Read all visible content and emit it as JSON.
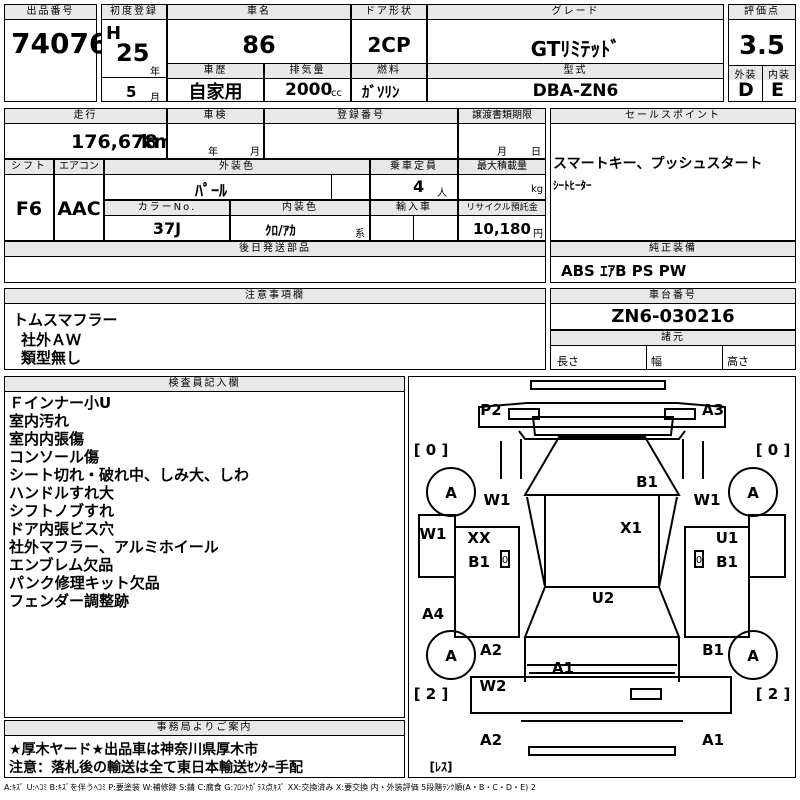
{
  "listing": {
    "label": "出品番号",
    "value": "74076"
  },
  "first_reg": {
    "label": "初度登録",
    "era": "H",
    "year": "25",
    "year_unit": "年",
    "month": "5",
    "month_unit": "月"
  },
  "car_name": {
    "label": "車名",
    "value": "86"
  },
  "door": {
    "label": "ドア形状",
    "value": "2CP"
  },
  "grade": {
    "label": "グレード",
    "value": "GTﾘﾐﾃｯﾄﾞ"
  },
  "score": {
    "label": "評価点",
    "value": "3.5",
    "ext_label": "外装",
    "ext_value": "D",
    "int_label": "内装",
    "int_value": "E"
  },
  "history": {
    "label": "車歴",
    "value": "自家用"
  },
  "displacement": {
    "label": "排気量",
    "value": "2000",
    "unit": "cc"
  },
  "fuel": {
    "label": "燃料",
    "value": "ｶﾞｿﾘﾝ"
  },
  "model_code": {
    "label": "型式",
    "value": "DBA-ZN6"
  },
  "mileage": {
    "label": "走行",
    "value": "176,678",
    "unit": "km"
  },
  "inspection": {
    "label": "車検",
    "year_unit": "年",
    "month_unit": "月"
  },
  "registration": {
    "label": "登録番号"
  },
  "transfer": {
    "label": "譲渡書類期限",
    "month_unit": "月",
    "day_unit": "日"
  },
  "shift": {
    "label": "シフト",
    "value": "F6"
  },
  "aircon": {
    "label": "エアコン",
    "value": "AAC"
  },
  "exterior_color": {
    "label": "外装色",
    "value": "ﾊﾟｰﾙ"
  },
  "capacity": {
    "label": "乗車定員",
    "value": "4",
    "unit": "人"
  },
  "max_load": {
    "label": "最大積載量",
    "unit": "kg"
  },
  "color_no": {
    "label": "カラーNo.",
    "value": "37J"
  },
  "interior_color": {
    "label": "内装色",
    "value": "ｸﾛ/ｱｶ",
    "suffix": "系"
  },
  "import": {
    "label": "輸入車"
  },
  "recycle": {
    "label": "リサイクル預託金",
    "value": "10,180",
    "unit": "円"
  },
  "later_parts": {
    "label": "後日発送部品"
  },
  "sales_points": {
    "label": "セールスポイント",
    "line1": "スマートキー、プッシュスタート",
    "line2": "ｼｰﾄﾋｰﾀｰ"
  },
  "equipment": {
    "label": "純正装備",
    "value": "ABS ｴｱB PS PW"
  },
  "notes": {
    "label": "注意事項欄",
    "line1": "トムスマフラー",
    "line2": "社外ＡＷ",
    "line3": "類型無し"
  },
  "chassis": {
    "label": "車台番号",
    "value": "ZN6-030216"
  },
  "specs": {
    "label": "諸元",
    "length": "長さ",
    "width": "幅",
    "height": "高さ"
  },
  "inspector": {
    "label": "検査員記入欄",
    "lines": [
      "Ｆインナー小U",
      "室内汚れ",
      "室内内張傷",
      "コンソール傷",
      "シート切れ・破れ中、しみ大、しわ",
      "ハンドルすれ大",
      "シフトノブすれ",
      "ドア内張ビス穴",
      "社外マフラー、アルミホイール",
      "エンブレム欠品",
      "パンク修理キット欠品",
      "フェンダー調整跡"
    ]
  },
  "office": {
    "label": "事務局よりご案内",
    "line1": "★厚木ヤード★出品車は神奈川県厚木市",
    "line2": "注意：落札後の輸送は全て東日本輸送ｾﾝﾀｰ手配"
  },
  "diagram": {
    "p2": "P2",
    "a3": "A3",
    "tire_fl": "[ 0 ]",
    "tire_fr": "[ 0 ]",
    "tire_rl": "[ 2 ]",
    "tire_rr": "[ 2 ]",
    "wheel": "A",
    "w1": "W1",
    "b1": "B1",
    "x1": "X1",
    "xx": "XX",
    "u1": "U1",
    "u2": "U2",
    "a4": "A4",
    "a2": "A2",
    "a1": "A1",
    "w2": "W2",
    "zero": "0",
    "spare": "[ﾚｽ]"
  },
  "legend": "A:ｷｽﾞ U:ﾍｺﾐ B:ｷｽﾞを伴うﾍｺﾐ P:要塗装 W:補修跡 S:錆 C:腐食 G:ﾌﾛﾝﾄｶﾞﾗｽ点ｷｽﾞ XX:交換済み X:要交換 内・外装評価 5段階ﾗﾝｸ順(A・B・C・D・E) 2"
}
